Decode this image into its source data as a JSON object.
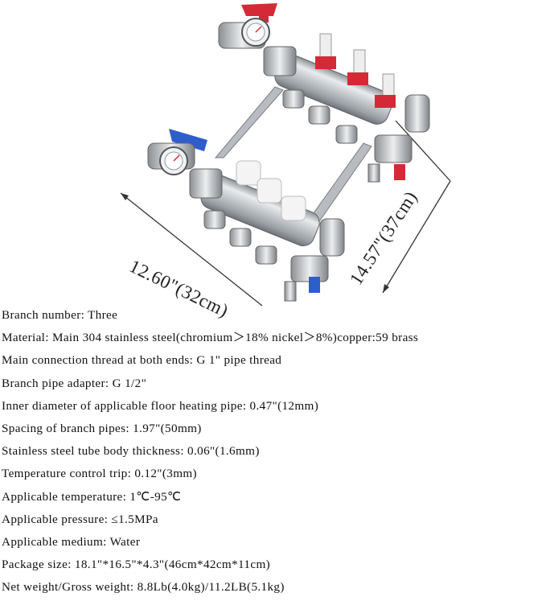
{
  "product_image": {
    "dimensions": {
      "width_label": "12.60\"(32cm)",
      "height_label": "14.57\"(37cm)"
    },
    "colors": {
      "valve_red": "#d42a38",
      "valve_blue": "#2f5ecb",
      "steel": "#c6c9cc",
      "white_cap": "#f4f4f4"
    }
  },
  "specs": [
    "Branch number: Three",
    "Material:  Main 304 stainless steel(chromium＞18% nickel＞8%)copper:59 brass",
    "Main connection thread at both ends: G 1\" pipe thread",
    "Branch pipe adapter: G 1/2\"",
    "Inner diameter of applicable floor heating pipe:  0.47\"(12mm)",
    "Spacing of branch pipes: 1.97\"(50mm)",
    "Stainless steel tube body thickness:  0.06\"(1.6mm)",
    "Temperature control trip:  0.12\"(3mm)",
    "Applicable temperature:  1℃-95℃",
    "Applicable pressure:  ≤1.5MPa",
    "Applicable medium: Water",
    "Package size:  18.1\"*16.5\"*4.3\"(46cm*42cm*11cm)",
    "Net weight/Gross weight: 8.8Lb(4.0kg)/11.2LB(5.1kg)"
  ]
}
